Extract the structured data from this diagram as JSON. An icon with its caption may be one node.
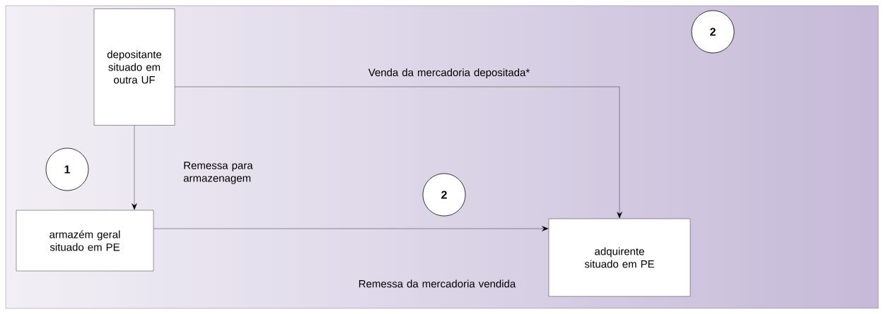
{
  "diagram": {
    "nodes": [
      {
        "text": [
          "depositante situado em outra UF"
        ]
      },
      {
        "text": [
          "armazém geral situado em PE"
        ]
      },
      {
        "text": [
          "adquirente situado em PE"
        ]
      },
      {
        "text": [
          "1"
        ]
      },
      {
        "text": [
          "2"
        ]
      },
      {
        "text": [
          "2"
        ]
      }
    ],
    "edges": [
      {
        "from": 0,
        "to": 1,
        "arrow": "to",
        "label": "Remessa para armazenagem"
      },
      {
        "from": 1,
        "to": 2,
        "arrow": "to",
        "label": "Remessa da mercadoria vendida"
      },
      {
        "from": 0,
        "to": 2,
        "arrow": "to",
        "label": "Venda da mercadoria depositada*"
      }
    ]
  }
}
